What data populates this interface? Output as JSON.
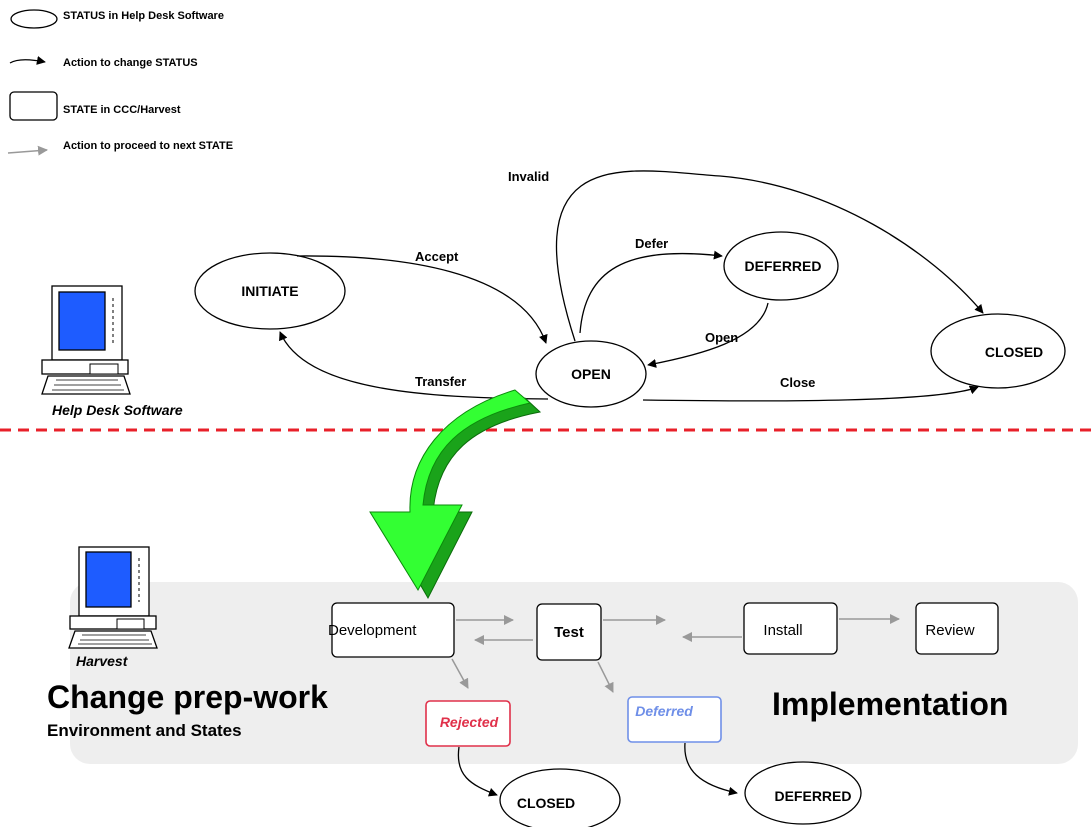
{
  "legend": {
    "status_text": "STATUS in Help Desk Software",
    "action_status_text": "Action to change STATUS",
    "state_text": "STATE in CCC/Harvest",
    "action_state_text": "Action to proceed to next STATE"
  },
  "helpdesk": {
    "label": "Help Desk Software",
    "nodes": {
      "initiate": "INITIATE",
      "open": "OPEN",
      "deferred": "DEFERRED",
      "closed": "CLOSED"
    },
    "actions": {
      "accept": "Accept",
      "transfer": "Transfer",
      "defer": "Defer",
      "open": "Open",
      "invalid": "Invalid",
      "close": "Close"
    }
  },
  "harvest": {
    "label": "Harvest",
    "states": {
      "development": "Development",
      "test": "Test",
      "install": "Install",
      "review": "Review",
      "rejected": "Rejected",
      "deferred": "Deferred"
    },
    "status_nodes": {
      "closed": "CLOSED",
      "deferred": "DEFERRED"
    }
  },
  "sections": {
    "prep_title": "Change prep-work",
    "prep_subtitle": "Environment and States",
    "impl_title": "Implementation"
  },
  "colors": {
    "divider": "#e8202a",
    "arrow_green": "#33ff33",
    "arrow_green_dark": "#1aa31a",
    "rejected": "#e0304a",
    "deferred_blue": "#6f8fe8",
    "panel": "#eeeeee",
    "gray_arrow": "#999999",
    "screen_blue": "#1e5cff"
  }
}
